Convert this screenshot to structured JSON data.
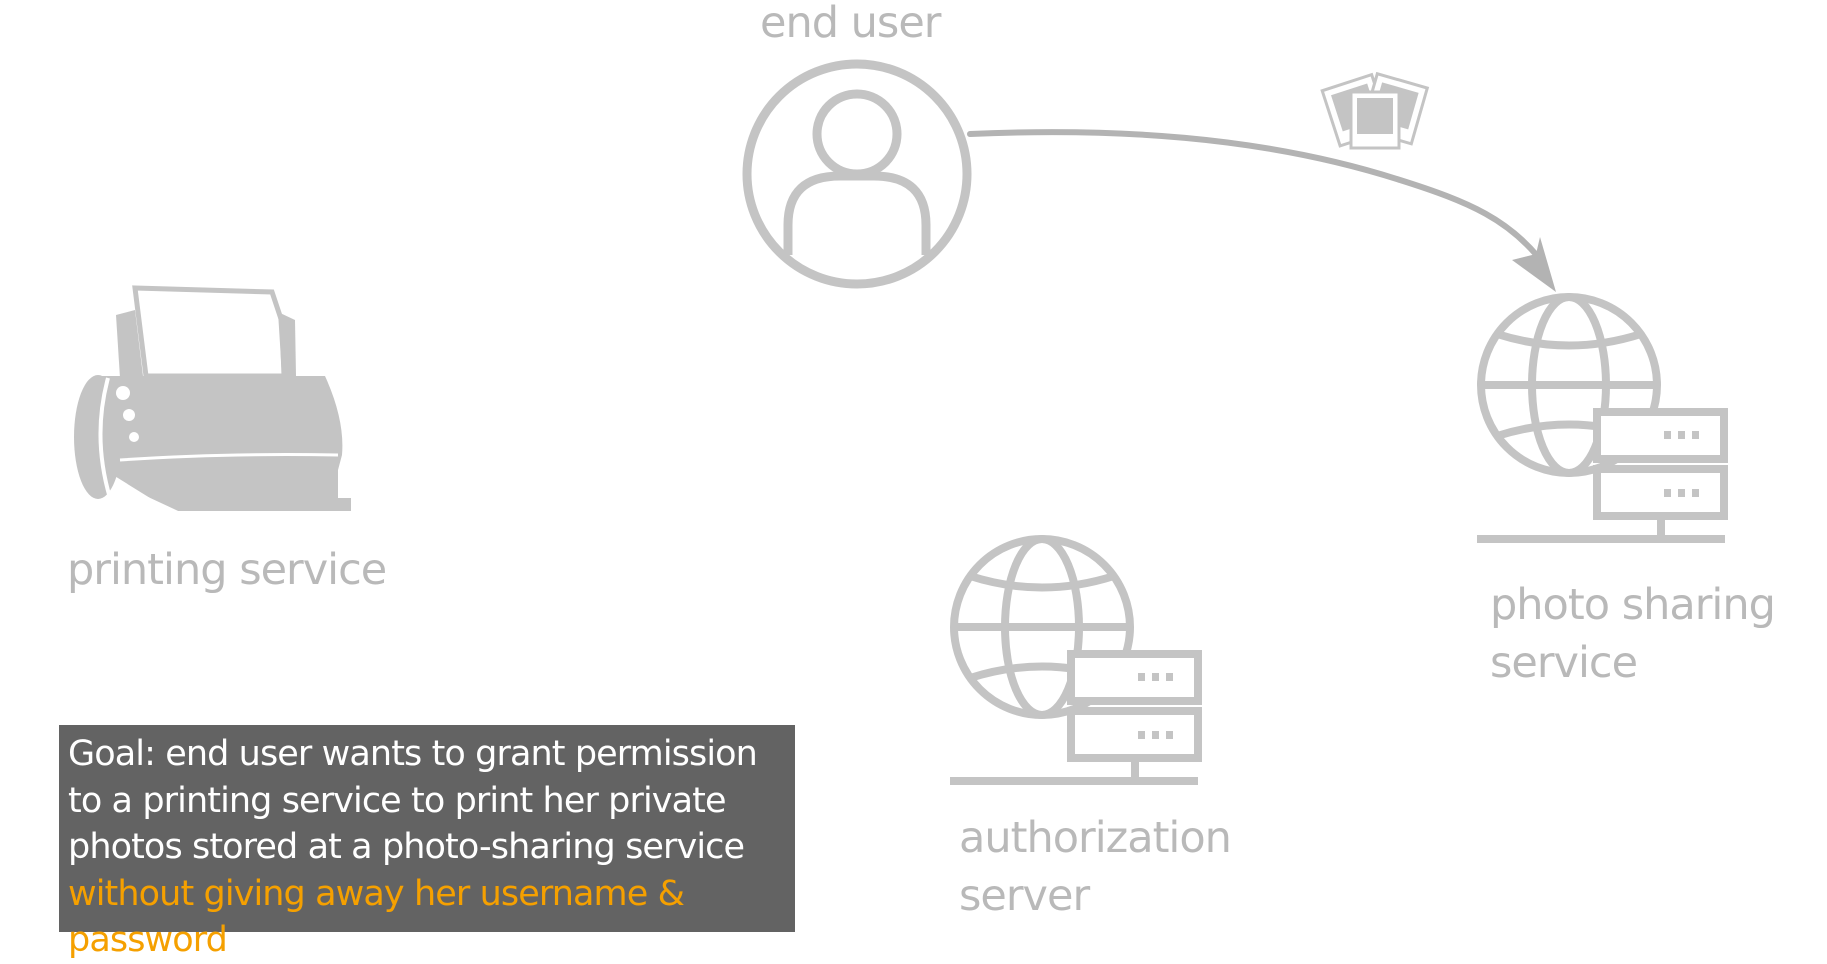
{
  "nodes": {
    "end_user": {
      "label": "end user",
      "icon": "user-icon"
    },
    "printing_service": {
      "label": "printing service",
      "icon": "printer-icon"
    },
    "photo_sharing_service": {
      "label": "photo sharing service",
      "icon": "globe-server-icon"
    },
    "authorization_server": {
      "label": "authorization server",
      "icon": "globe-server-icon"
    }
  },
  "edges": [
    {
      "from": "end_user",
      "to": "photo_sharing_service",
      "icon": "photos-icon"
    }
  ],
  "goal": {
    "text_prefix": "Goal: end user wants to grant permission to a printing service to print her private photos stored at a photo-sharing service ",
    "text_highlight": "without giving away her username & password",
    "text_suffix": "."
  },
  "colors": {
    "icon_gray": "#c4c4c4",
    "label_gray": "#b9b9b9",
    "goal_background": "#636363",
    "highlight": "#f5a000"
  }
}
